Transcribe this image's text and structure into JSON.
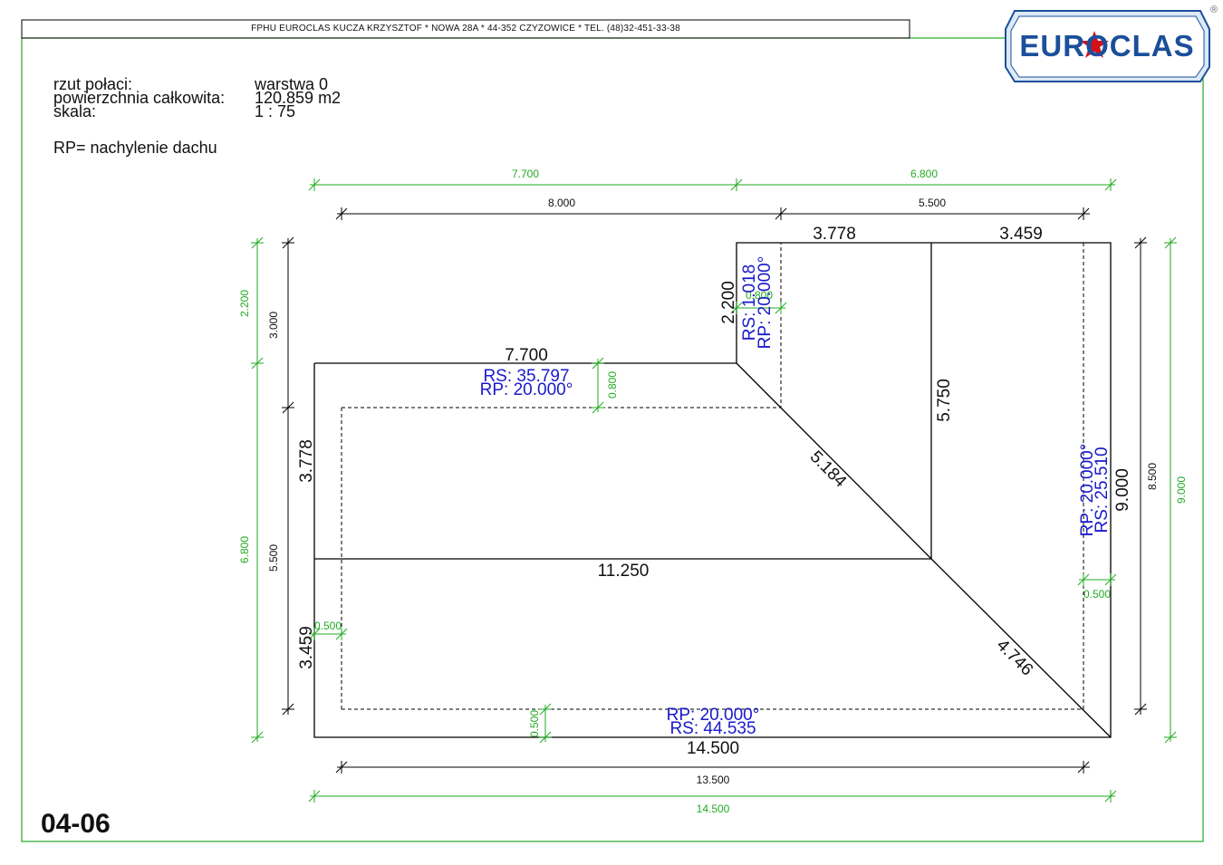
{
  "header": {
    "company_line": "FPHU EUROCLAS KUCZA KRZYSZTOF * NOWA 28A * 44-352 CZYZOWICE * TEL. (48)32-451-33-38",
    "logo_text": "EUROCLAS",
    "registered_mark": "®"
  },
  "info": {
    "rzut_label": "rzut połaci:",
    "rzut_value": "warstwa 0",
    "area_label": "powierzchnia całkowita:",
    "area_value": "120.859 m2",
    "scale_label": "skala:",
    "scale_value": "1 : 75",
    "legend": "RP= nachylenie dachu"
  },
  "sheet_number": "04-06",
  "dimensions": {
    "top_outer_left": "7.700",
    "top_outer_right": "6.800",
    "top_inner_left": "8.000",
    "top_inner_right": "5.500",
    "bottom_inner": "13.500",
    "bottom_outer": "14.500",
    "left_outer_top": "2.200",
    "left_outer_bottom": "6.800",
    "left_inner_top": "3.000",
    "left_inner_bottom": "5.500",
    "right_inner": "8.500",
    "right_outer": "9.000"
  },
  "edges": {
    "top_small_left": "3.778",
    "top_small_right": "3.459",
    "notch_vertical": "2.200",
    "ridge_top": "7.700",
    "left_upper": "3.778",
    "left_lower": "3.459",
    "middle_horizontal": "11.250",
    "valley_vertical": "5.750",
    "diag_upper": "5.184",
    "diag_lower": "4.746",
    "right_side": "9.000",
    "bottom": "14.500"
  },
  "overhangs": {
    "top_notch": "0.800",
    "ridge": "0.800",
    "left": "0.500",
    "right": "0.500",
    "bottom": "0.500"
  },
  "faces": {
    "small": {
      "rs": "RS:  1.018",
      "rp": "RP: 20.000°"
    },
    "top": {
      "rs": "RS:  35.797",
      "rp": "RP: 20.000°"
    },
    "right": {
      "rp": "RP: 20.000°",
      "rs": "RS:  25.510"
    },
    "bottom": {
      "rp": "RP: 20.000°",
      "rs": "RS:  44.535"
    }
  },
  "colors": {
    "outline": "#000000",
    "dimension_green": "#22aa22",
    "face_label_blue": "#1a1acc",
    "logo_blue": "#1b4f9b",
    "logo_red": "#d0121b"
  }
}
